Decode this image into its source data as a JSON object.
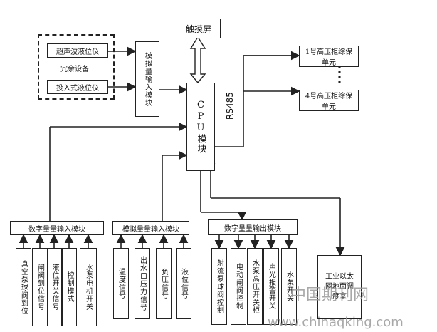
{
  "touch_screen": "触摸屏",
  "redundant": {
    "ultrasonic": "超声波液位仪",
    "label": "冗余设备",
    "submersible": "投入式液位仪"
  },
  "analog_input_module_top": "模拟量输入模块",
  "cpu": "CPU模块",
  "rs485": "RS485",
  "hv_units": {
    "first": "1号高压柜综保单元",
    "fourth": "4号高压柜综保单元"
  },
  "digital_input_module": "数字量量输入模块",
  "analog_input_module_bottom": "模拟量量输入模块",
  "digital_output_module": "数字量量输出模块",
  "digital_inputs": [
    "真空泵球阀到位",
    "闸阀到位信号",
    "液位开关信号",
    "控制模式",
    "水泵电机开关"
  ],
  "analog_inputs": [
    "温度信号",
    "出水口压力信号",
    "负压信号",
    "液位信号"
  ],
  "digital_outputs": [
    "射流泵球阀控制",
    "电动闸阀控制",
    "水泵高压开关柜",
    "声光报警开关",
    "水泵开关"
  ],
  "control_room": "工业以太网地面调度室",
  "watermark": {
    "cn": "中国期刊网",
    "url": "www.chinaqking.com"
  }
}
